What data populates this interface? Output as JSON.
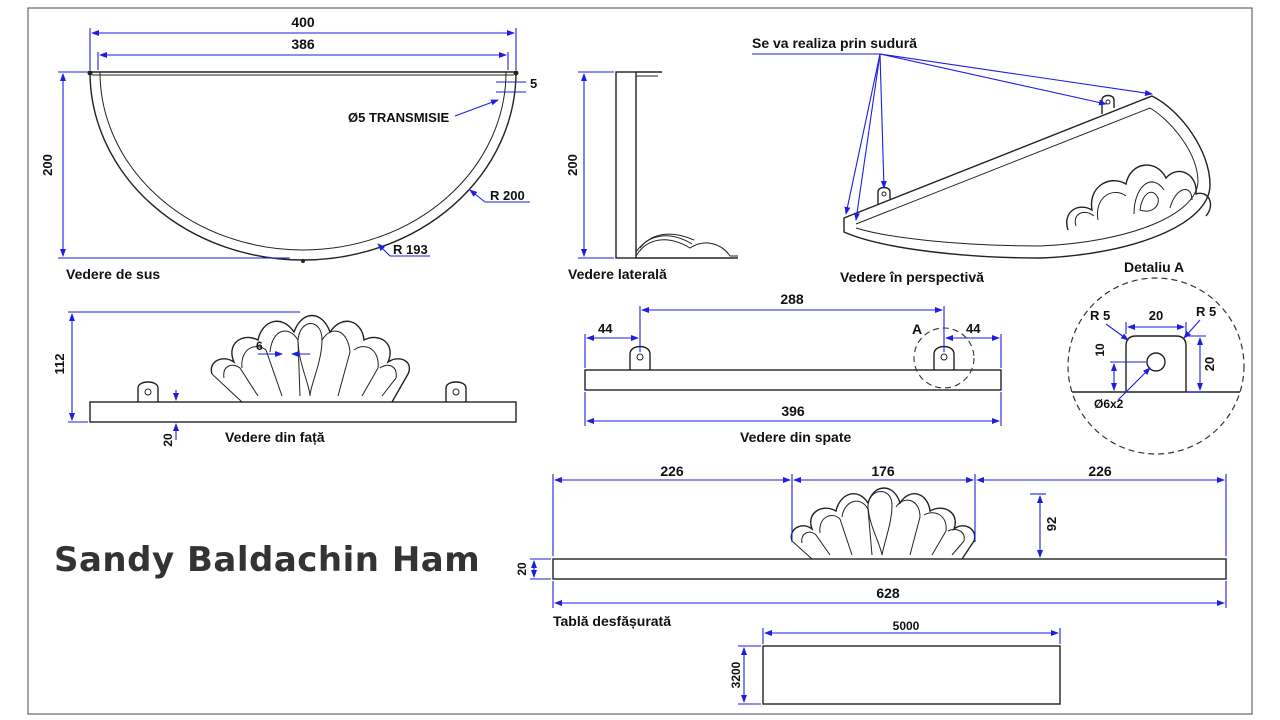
{
  "title": "Sandy Baldachin Ham",
  "views": {
    "top": {
      "caption": "Vedere de sus",
      "dim_total_width": "400",
      "dim_inner_width": "386",
      "dim_depth": "200",
      "dim_edge": "5",
      "note_hole": "Ø5 TRANSMISIE",
      "radius_outer": "R 200",
      "radius_inner": "R 193"
    },
    "side": {
      "caption": "Vedere laterală",
      "dim_height": "200"
    },
    "perspective": {
      "caption": "Vedere în perspectivă",
      "weld_note": "Se va realiza prin sudură"
    },
    "detail": {
      "caption": "Detaliu A",
      "radius_left": "R 5",
      "radius_right": "R 5",
      "dim_width": "20",
      "dim_height": "20",
      "dim_hole_offset": "10",
      "hole": "Ø6x2"
    },
    "front": {
      "caption": "Vedere din față",
      "dim_height": "112",
      "dim_strip": "20",
      "dim_petal_gap": "6"
    },
    "back": {
      "caption": "Vedere din spate",
      "detail_marker": "A",
      "dim_tab_spacing": "288",
      "dim_left_offset": "44",
      "dim_right_offset": "44",
      "dim_total": "396"
    },
    "flat": {
      "caption": "Tablă desfășurată",
      "dim_left": "226",
      "dim_middle": "176",
      "dim_right": "226",
      "dim_height": "92",
      "dim_strip": "20",
      "dim_total": "628"
    },
    "sheet": {
      "dim_width": "5000",
      "dim_height": "3200"
    }
  }
}
